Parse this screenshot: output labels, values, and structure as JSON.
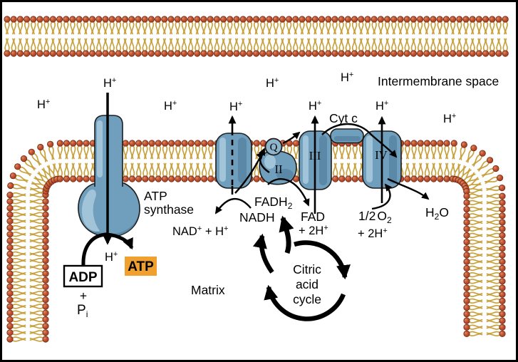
{
  "regions": {
    "intermembrane_space": "Intermembrane space",
    "matrix": "Matrix"
  },
  "proton": {
    "base": "H",
    "sup": "+"
  },
  "atp_synthase": {
    "line1": "ATP",
    "line2": "synthase"
  },
  "reaction": {
    "adp": "ADP",
    "plus": "+",
    "pi_base": "P",
    "pi_sub": "i",
    "atp": "ATP"
  },
  "electron_carriers": {
    "nadh": "NADH",
    "nad_out": {
      "t1": "NAD",
      "s1": "+",
      "t2": " + H",
      "s2": "+"
    },
    "fadh2": {
      "t1": "FADH",
      "sub": "2"
    },
    "fad": "FAD",
    "fad_h": {
      "t1": "+ 2H",
      "sup": "+"
    },
    "o2": {
      "t1": "1/2",
      "t2": "O",
      "sub": "2"
    },
    "o2_h": {
      "t1": "+ 2H",
      "sup": "+"
    },
    "h2o": {
      "t1": "H",
      "sub": "2",
      "t2": "O"
    },
    "cyt_c": "Cyt c",
    "q": "Q"
  },
  "complexes": {
    "ii": "II",
    "iii": "III",
    "iv": "IV"
  },
  "citric": {
    "line1": "Citric",
    "line2": "acid",
    "line3": "cycle"
  },
  "colors": {
    "lipid_head": "#bf4e2f",
    "lipid_head_outline": "#6f2a14",
    "lipid_tail": "#c8a23f",
    "protein": "#6f9fbc",
    "protein_highlight": "#a7c8da",
    "protein_shadow": "#517f9c",
    "atp_badge": "#efa02f",
    "ink": "#000000",
    "background": "#ffffff"
  }
}
